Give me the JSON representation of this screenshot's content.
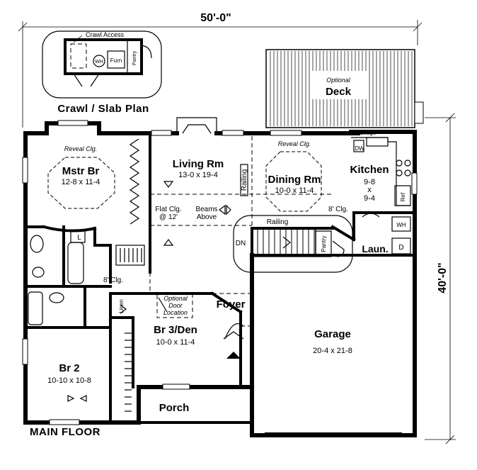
{
  "overall": {
    "width_label": "50'-0\"",
    "depth_label": "40'-0\"",
    "floor_title": "MAIN FLOOR"
  },
  "crawl_plan": {
    "title": "Crawl / Slab Plan",
    "crawl_access": "Crawl Access",
    "wh": "WH",
    "furn": "Furn",
    "pantry": "Pantry"
  },
  "deck": {
    "line1": "Optional",
    "line2": "Deck"
  },
  "rooms": {
    "mstr_br": {
      "name": "Mstr Br",
      "dims": "12-8 x 11-4",
      "note": "Reveal Clg."
    },
    "living": {
      "name": "Living Rm",
      "dims": "13-0 x 19-4"
    },
    "dining": {
      "name": "Dining Rm",
      "dims": "10-0 x 11-4",
      "note": "Reveal Clg."
    },
    "kitchen": {
      "name": "Kitchen",
      "dims_a": "9-8",
      "dims_x": "x",
      "dims_b": "9-4"
    },
    "laundry": {
      "name": "Laun."
    },
    "foyer": {
      "name": "Foyer"
    },
    "br3": {
      "name": "Br 3/Den",
      "dims": "10-0 x 11-4"
    },
    "br2": {
      "name": "Br 2",
      "dims": "10-10 x 10-8"
    },
    "garage": {
      "name": "Garage",
      "dims": "20-4 x 21-8"
    },
    "porch": {
      "name": "Porch"
    }
  },
  "notes": {
    "flat_clg_1": "Flat Clg.",
    "flat_clg_2": "@ 12'",
    "beams_1": "Beams",
    "beams_2": "Above",
    "eight_clg_right": "8' Clg.",
    "eight_clg_left": "8' Clg.",
    "railing_living": "Railing",
    "railing_stair": "Railing",
    "dn": "DN",
    "pantry": "Pantry",
    "ledge": "Ledge",
    "dw": "DW",
    "ref": "Ref",
    "wh": "WH",
    "d": "D",
    "linen": "Linen",
    "l": "L",
    "opt_door_1": "Optional",
    "opt_door_2": "Door",
    "opt_door_3": "Location"
  }
}
